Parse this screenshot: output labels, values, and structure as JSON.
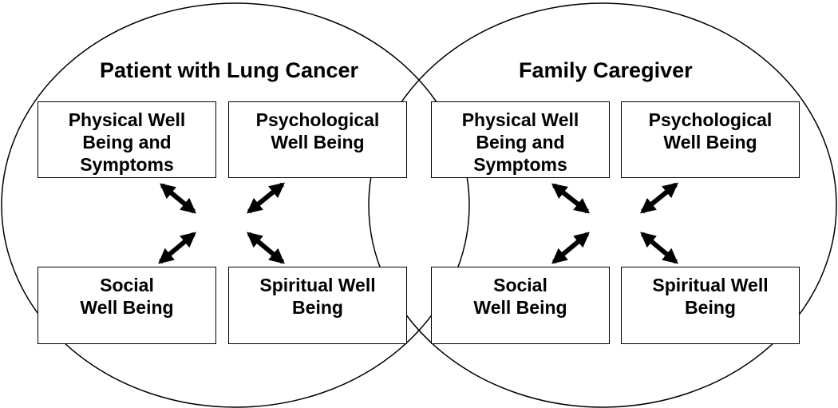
{
  "patient": {
    "title": "Patient with Lung Cancer",
    "boxes": {
      "physical": "Physical Well\nBeing and\nSymptoms",
      "psychological": "Psychological\nWell Being",
      "social": "Social\nWell Being",
      "spiritual": "Spiritual Well\nBeing"
    }
  },
  "caregiver": {
    "title": "Family Caregiver",
    "boxes": {
      "physical": "Physical Well\nBeing and\nSymptoms",
      "psychological": "Psychological\nWell Being",
      "social": "Social\nWell Being",
      "spiritual": "Spiritual Well\nBeing"
    }
  },
  "colors": {
    "stroke": "#000000",
    "background": "#ffffff"
  }
}
